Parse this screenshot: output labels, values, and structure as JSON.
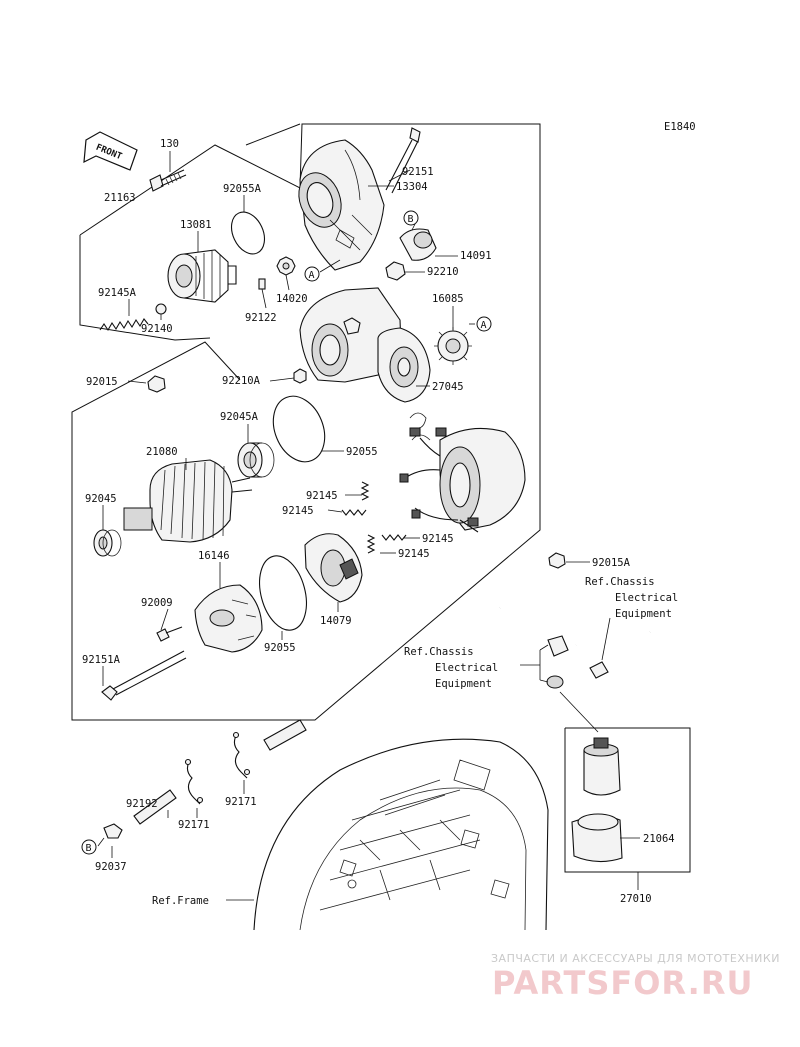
{
  "diagram_code": "E1840",
  "front_badge": "FRONT",
  "part_labels": {
    "p130": "130",
    "p21163": "21163",
    "p92055A": "92055A",
    "p92151": "92151",
    "p13304": "13304",
    "p13081": "13081",
    "p14091": "14091",
    "p92210": "92210",
    "p92145A": "92145A",
    "p14020": "14020",
    "p16085": "16085",
    "p92122": "92122",
    "p92140": "92140",
    "p92015": "92015",
    "p92210A": "92210A",
    "p27045": "27045",
    "p92045A": "92045A",
    "p21080": "21080",
    "p92055a": "92055",
    "p92145a": "92145",
    "p92145b": "92145",
    "p92145c": "92145",
    "p92145d": "92145",
    "p92045": "92045",
    "p16146": "16146",
    "p92009": "92009",
    "p14079": "14079",
    "p92055b": "92055",
    "p92151A": "92151A",
    "p92015A": "92015A",
    "p92192": "92192",
    "p92171a": "92171",
    "p92171b": "92171",
    "p92037": "92037",
    "p21064": "21064",
    "p27010": "27010"
  },
  "references": {
    "ref_chassis_1_line1": "Ref.Chassis",
    "ref_chassis_1_line2": "Electrical",
    "ref_chassis_1_line3": "Equipment",
    "ref_chassis_2_line1": "Ref.Chassis",
    "ref_chassis_2_line2": "Electrical",
    "ref_chassis_2_line3": "Equipment",
    "ref_frame": "Ref.Frame"
  },
  "callouts": {
    "A1": "A",
    "A2": "A",
    "B1": "B",
    "B2": "B"
  },
  "watermark": {
    "tagline": "ЗАПЧАСТИ И АКСЕССУАРЫ ДЛЯ МОТОТЕХНИКИ",
    "brand": "PARTSFOR.RU"
  }
}
